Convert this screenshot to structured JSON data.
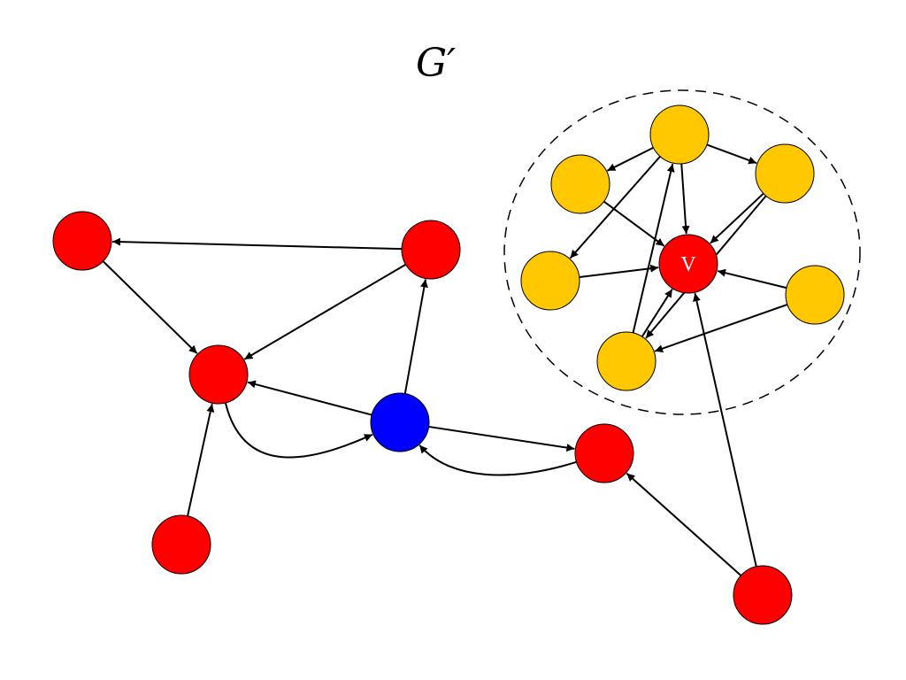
{
  "title": "G′",
  "colors": {
    "red": "#ff0000",
    "blue": "#0000ff",
    "yellow": "#ffc800",
    "edge": "#000000",
    "stroke": "#000000"
  },
  "graph": {
    "nodes": [
      {
        "id": "r1",
        "color": "red",
        "label": ""
      },
      {
        "id": "r2",
        "color": "red",
        "label": ""
      },
      {
        "id": "r3",
        "color": "red",
        "label": ""
      },
      {
        "id": "r4",
        "color": "red",
        "label": ""
      },
      {
        "id": "b",
        "color": "blue",
        "label": ""
      },
      {
        "id": "r5",
        "color": "red",
        "label": ""
      },
      {
        "id": "r6",
        "color": "red",
        "label": ""
      },
      {
        "id": "v",
        "color": "red",
        "label": "V"
      },
      {
        "id": "y1",
        "color": "yellow",
        "label": ""
      },
      {
        "id": "y2",
        "color": "yellow",
        "label": ""
      },
      {
        "id": "y3",
        "color": "yellow",
        "label": ""
      },
      {
        "id": "y4",
        "color": "yellow",
        "label": ""
      },
      {
        "id": "y5",
        "color": "yellow",
        "label": ""
      },
      {
        "id": "y6",
        "color": "yellow",
        "label": ""
      }
    ],
    "edges": [
      {
        "from": "r2",
        "to": "r1"
      },
      {
        "from": "r1",
        "to": "r3"
      },
      {
        "from": "r2",
        "to": "r3"
      },
      {
        "from": "b",
        "to": "r3"
      },
      {
        "from": "b",
        "to": "r2"
      },
      {
        "from": "r3",
        "to": "b",
        "curved": true
      },
      {
        "from": "b",
        "to": "r5"
      },
      {
        "from": "r5",
        "to": "b",
        "curved": true
      },
      {
        "from": "r4",
        "to": "r3"
      },
      {
        "from": "r6",
        "to": "r5"
      },
      {
        "from": "r6",
        "to": "v"
      },
      {
        "from": "y1",
        "to": "y2"
      },
      {
        "from": "y1",
        "to": "y3"
      },
      {
        "from": "y1",
        "to": "v"
      },
      {
        "from": "y1",
        "to": "y4"
      },
      {
        "from": "y2",
        "to": "v"
      },
      {
        "from": "y3",
        "to": "v"
      },
      {
        "from": "y3",
        "to": "y6"
      },
      {
        "from": "y4",
        "to": "v"
      },
      {
        "from": "y6",
        "to": "v"
      },
      {
        "from": "y6",
        "to": "y1"
      },
      {
        "from": "y5",
        "to": "v"
      },
      {
        "from": "y5",
        "to": "y6"
      }
    ],
    "cluster": {
      "style": "dashed",
      "members": [
        "v",
        "y1",
        "y2",
        "y3",
        "y4",
        "y5",
        "y6"
      ]
    }
  }
}
